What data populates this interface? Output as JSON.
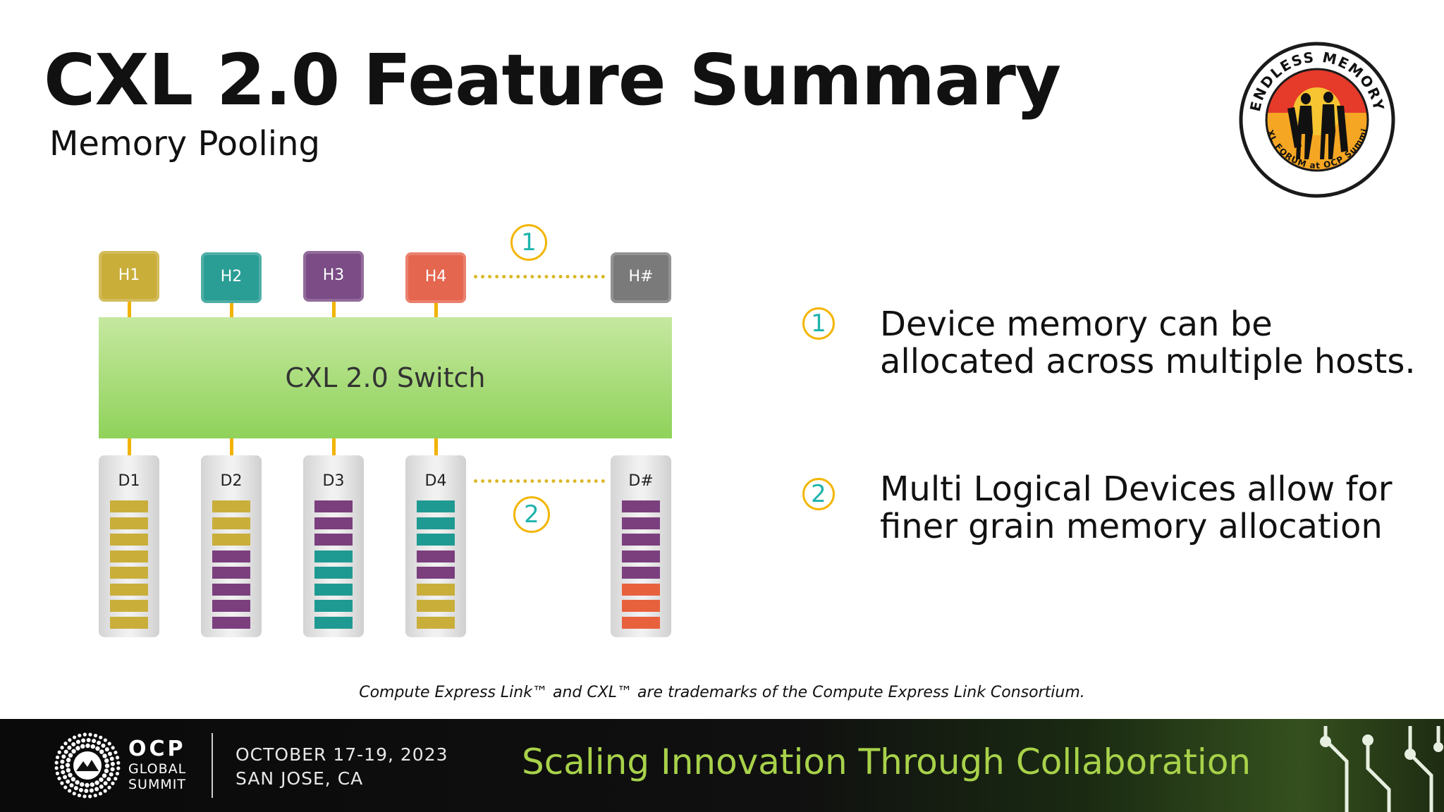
{
  "slide": {
    "title": "CXL 2.0 Feature Summary",
    "subtitle": "Memory Pooling"
  },
  "logo": {
    "text_top": "ENDLESS MEMORY",
    "text_bottom": "CXL FORUM at OCP Summit",
    "colors": {
      "sky": "#e63a2a",
      "sand": "#f5a623",
      "ring": "#1a1a1a"
    }
  },
  "diagram": {
    "hosts": [
      {
        "label": "H1",
        "color": "#c9ae3a"
      },
      {
        "label": "H2",
        "color": "#2a9d94"
      },
      {
        "label": "H3",
        "color": "#7b4c86"
      },
      {
        "label": "H4",
        "color": "#e5664f"
      },
      {
        "label": "H#",
        "color": "#7a7a7a"
      }
    ],
    "switch_label": "CXL 2.0 Switch",
    "devices": [
      {
        "label": "D1",
        "slots": [
          "yellow",
          "yellow",
          "yellow",
          "yellow",
          "yellow",
          "yellow",
          "yellow",
          "yellow"
        ]
      },
      {
        "label": "D2",
        "slots": [
          "yellow",
          "yellow",
          "yellow",
          "purple",
          "purple",
          "purple",
          "purple",
          "purple"
        ]
      },
      {
        "label": "D3",
        "slots": [
          "purple",
          "purple",
          "purple",
          "teal",
          "teal",
          "teal",
          "teal",
          "teal"
        ]
      },
      {
        "label": "D4",
        "slots": [
          "teal",
          "teal",
          "teal",
          "purple",
          "purple",
          "yellow",
          "yellow",
          "yellow"
        ]
      },
      {
        "label": "D#",
        "slots": [
          "purple",
          "purple",
          "purple",
          "purple",
          "purple",
          "orange",
          "orange",
          "orange"
        ]
      }
    ],
    "slot_colors": {
      "yellow": "#c9ae3a",
      "purple": "#7b3f7e",
      "teal": "#1f9a92",
      "orange": "#e8613d"
    },
    "link_color": "#f2b300",
    "markers": [
      "1",
      "2"
    ]
  },
  "bullets": [
    {
      "number": "1",
      "text": "Device memory can be allocated across multiple hosts."
    },
    {
      "number": "2",
      "text": "Multi Logical Devices allow for finer grain memory allocation"
    }
  ],
  "trademark": "Compute Express Link™ and CXL™ are trademarks of the Compute Express Link Consortium.",
  "footer": {
    "org_word": "OCP",
    "org_line1": "GLOBAL",
    "org_line2": "SUMMIT",
    "date": "OCTOBER 17-19, 2023",
    "location": "SAN JOSE, CA",
    "tagline": "Scaling Innovation Through Collaboration"
  }
}
